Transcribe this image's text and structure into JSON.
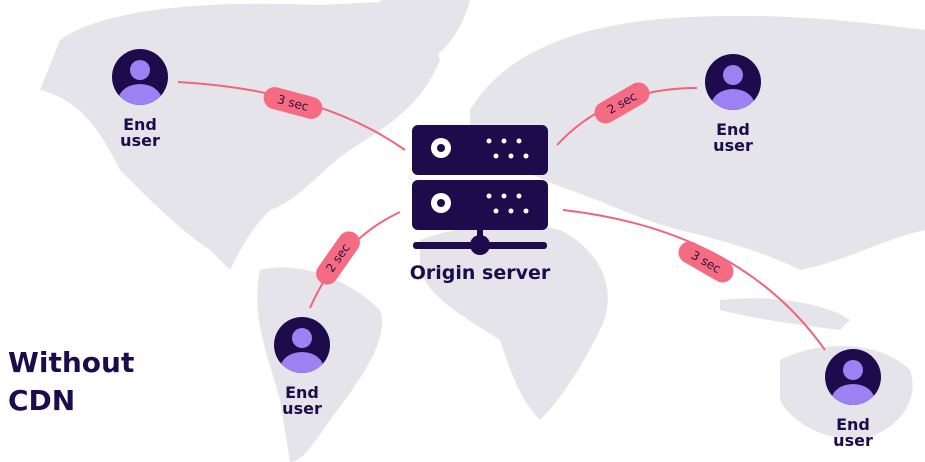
{
  "title": "Without CDN",
  "title_lines": [
    "Without",
    "CDN"
  ],
  "server_label": "Origin server",
  "user_label_lines": [
    "End",
    "user"
  ],
  "users": [
    {
      "id": "north-america",
      "latency": "3 sec"
    },
    {
      "id": "asia",
      "latency": "2 sec"
    },
    {
      "id": "south-america",
      "latency": "2 sec"
    },
    {
      "id": "australia",
      "latency": "3 sec"
    }
  ],
  "colors": {
    "dark": "#1e0b4b",
    "avatar": "#9d80f2",
    "line": "#f0647c",
    "pill": "#f56c82",
    "land": "#e5e4ea"
  }
}
